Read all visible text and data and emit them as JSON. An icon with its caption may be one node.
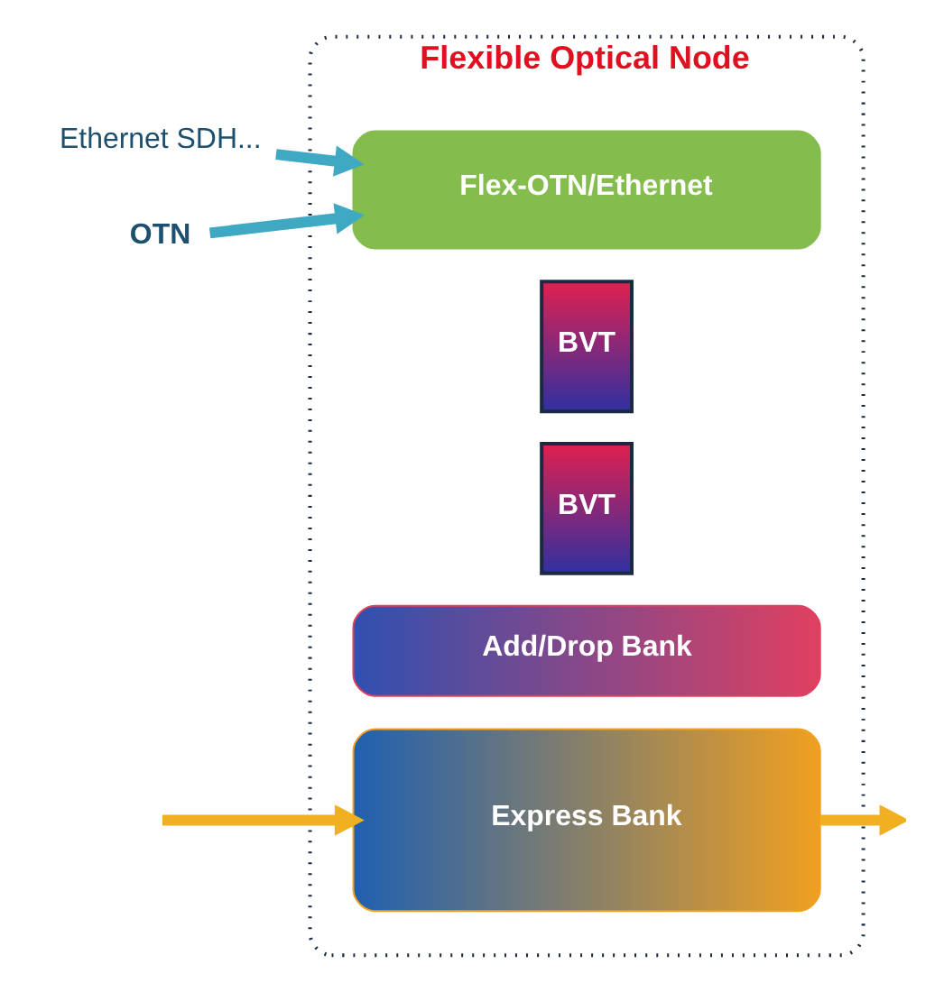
{
  "diagram": {
    "nodes": [
      {
        "text": [
          "Flexible Optical Node"
        ]
      },
      {
        "text": [
          "Ethernet SDH..."
        ]
      },
      {
        "text": [
          "OTN"
        ]
      },
      {
        "text": [
          "Flex-OTN/Ethernet"
        ],
        "in": 0
      },
      {
        "text": [
          "BVT"
        ],
        "in": 0
      },
      {
        "text": [
          "BVT"
        ],
        "in": 0
      },
      {
        "text": [
          "Add/Drop Bank"
        ],
        "in": 0
      },
      {
        "text": [
          "Express Bank"
        ],
        "in": 0
      }
    ],
    "edges": [
      {
        "from": 1,
        "to": 3,
        "arrow": "to"
      },
      {
        "from": 2,
        "to": 3,
        "arrow": "to"
      },
      {
        "from": null,
        "to": 7,
        "arrow": "to",
        "color": "#f0b020"
      },
      {
        "from": 7,
        "to": null,
        "arrow": "to",
        "color": "#f0b020"
      }
    ]
  }
}
